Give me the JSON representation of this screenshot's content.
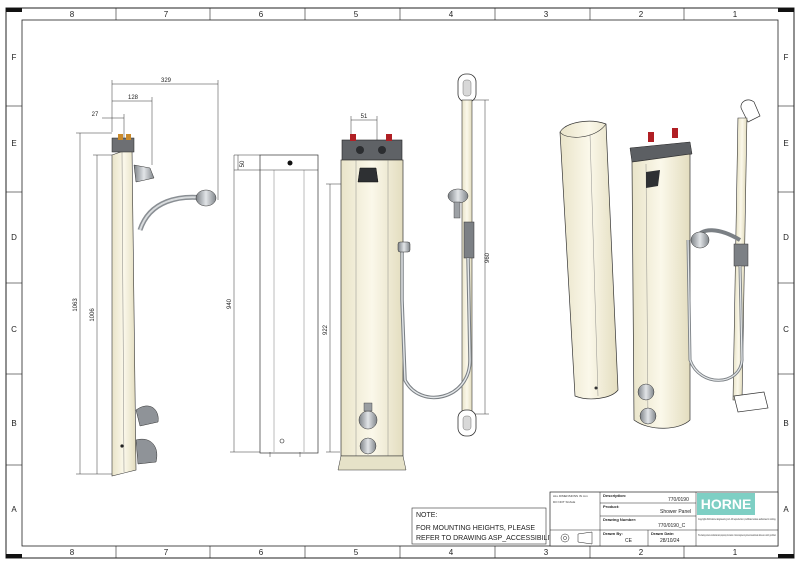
{
  "zones": {
    "columns": [
      "8",
      "7",
      "6",
      "5",
      "4",
      "3",
      "2",
      "1"
    ],
    "rows": [
      "F",
      "E",
      "D",
      "C",
      "B",
      "A"
    ]
  },
  "dimensions": {
    "d329": "329",
    "d128": "128",
    "d27": "27",
    "d1063": "1063",
    "d1006": "1006",
    "d50": "50",
    "d940": "940",
    "d51": "51",
    "d922": "922",
    "d960": "960"
  },
  "note": {
    "heading": "NOTE:",
    "line1": "FOR MOUNTING HEIGHTS, PLEASE",
    "line2": "REFER TO DRAWING ASP_ACCESSIBILITY-L"
  },
  "title_block": {
    "description_label": "Description:",
    "description_value": "770/0190",
    "product_label": "Product:",
    "product_value": "Shower Panel",
    "drawing_number_label": "Drawing Number:",
    "drawing_number_value": "770/0190_C",
    "drawn_by_label": "Drawn By:",
    "drawn_by_value": "CE",
    "drawn_date_label": "Drawn Date:",
    "drawn_date_value": "28/10/24",
    "brand": "HORNE",
    "copyright": "Copyright 2024 Horne Engineering Ltd. All reproduction prohibited unless authorised in writing.",
    "confidential": "This drawing contains confidential and proprietary information of Horne Engineering Ltd and unauthorised disclosure is strictly prohibited.",
    "left_block_line1": "ALL DIMENSIONS IN mm",
    "left_block_line2": "DO NOT SCALE"
  },
  "colors": {
    "panel": "#f6f2dc",
    "brand_bg": "#7ecfc4",
    "line": "#333333",
    "chrome": "#a9adb1"
  }
}
